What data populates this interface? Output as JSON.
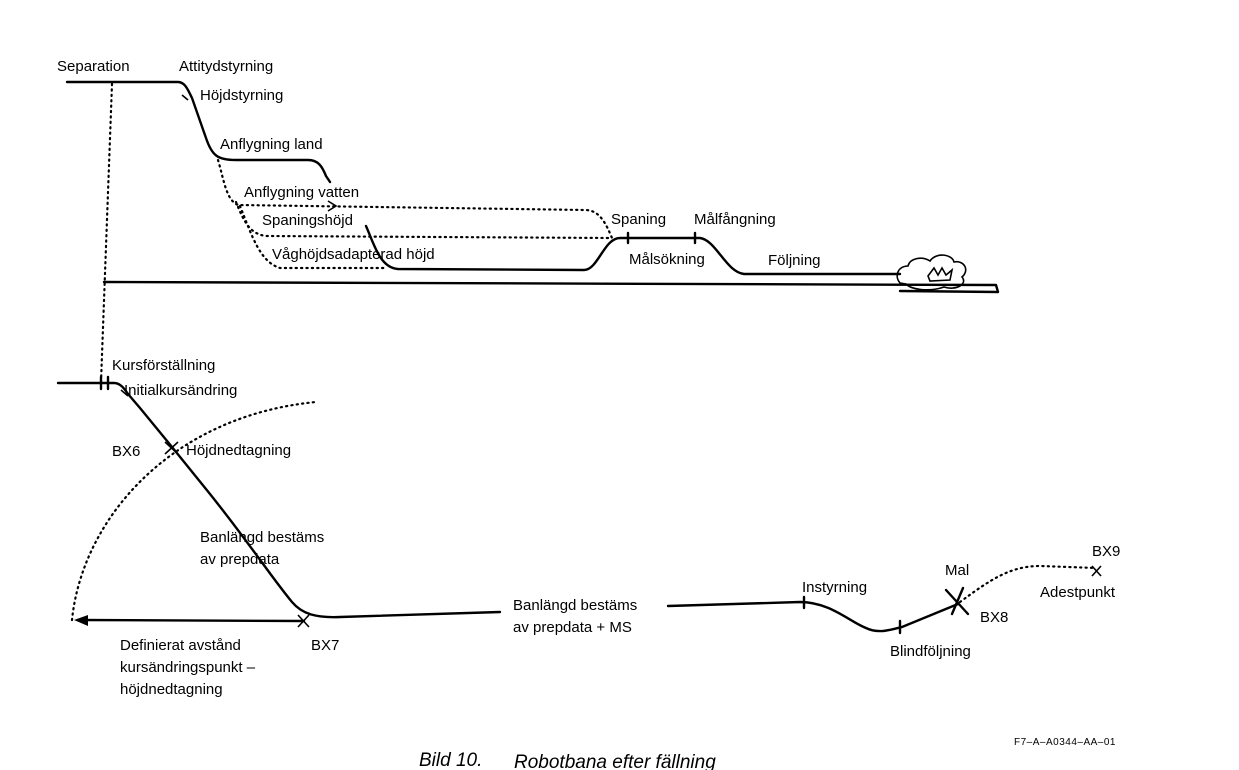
{
  "labels": {
    "separation": "Separation",
    "attitydstyrning": "Attitydstyrning",
    "hojdstyrning": "Höjdstyrning",
    "anflygning_land": "Anflygning land",
    "anflygning_vatten": "Anflygning vatten",
    "spaningshojd": "Spaningshöjd",
    "vaghojdsadapterad": "Våghöjdsadapterad höjd",
    "spaning": "Spaning",
    "malfangning": "Målfångning",
    "malsokning": "Målsökning",
    "foljning": "Följning",
    "kursforstallning": "Kursförställning",
    "initialkursandring": "Initialkursändring",
    "bx6": "BX6",
    "hojdnedtagning": "Höjdnedtagning",
    "banlangd1_line1": "Banlängd bestäms",
    "banlangd1_line2": "av prepdata",
    "definierat_line1": "Definierat avstånd",
    "definierat_line2": "kursändringspunkt –",
    "definierat_line3": "höjdnedtagning",
    "bx7": "BX7",
    "banlangd2_line1": "Banlängd bestäms",
    "banlangd2_line2": "av prepdata + MS",
    "instyrning": "Instyrning",
    "blindfoljning": "Blindföljning",
    "mal": "Mal",
    "bx8": "BX8",
    "bx9": "BX9",
    "adestpunkt": "Adestpunkt"
  },
  "doc_id": "F7–A–A0344–AA–01",
  "caption": {
    "number": "Bild 10.",
    "title": "Robotbana efter fällning"
  }
}
